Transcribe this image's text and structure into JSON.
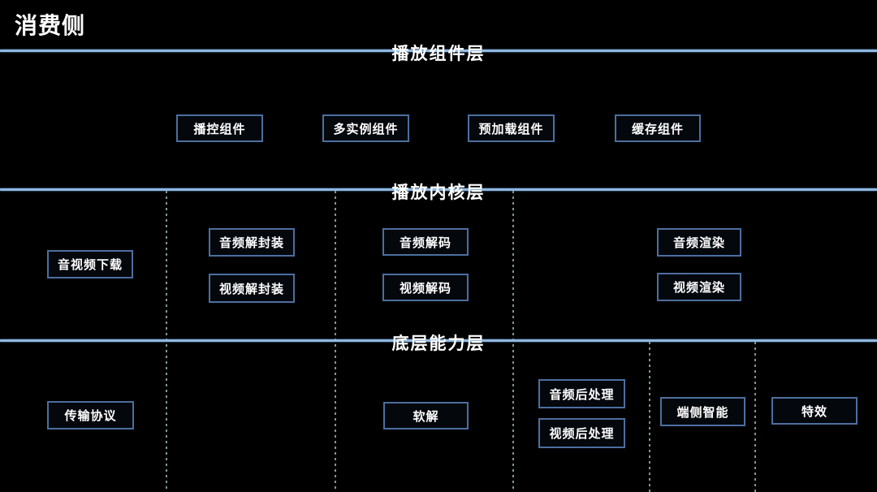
{
  "title": "消费侧",
  "colors": {
    "background": "#000000",
    "layer_line": "#8fb9e0",
    "box_border": "#4c6f9f",
    "text": "#ffffff",
    "column_divider": "#7e988c"
  },
  "layers": [
    {
      "name": "播放组件层",
      "boxes": [
        "播控组件",
        "多实例组件",
        "预加载组件",
        "缓存组件"
      ]
    },
    {
      "name": "播放内核层",
      "boxes": [
        "音视频下载",
        "音频解封装",
        "视频解封装",
        "音频解码",
        "视频解码",
        "音频渲染",
        "视频渲染"
      ]
    },
    {
      "name": "底层能力层",
      "boxes": [
        "传输协议",
        "软解",
        "音频后处理",
        "视频后处理",
        "端侧智能",
        "特效"
      ]
    }
  ]
}
